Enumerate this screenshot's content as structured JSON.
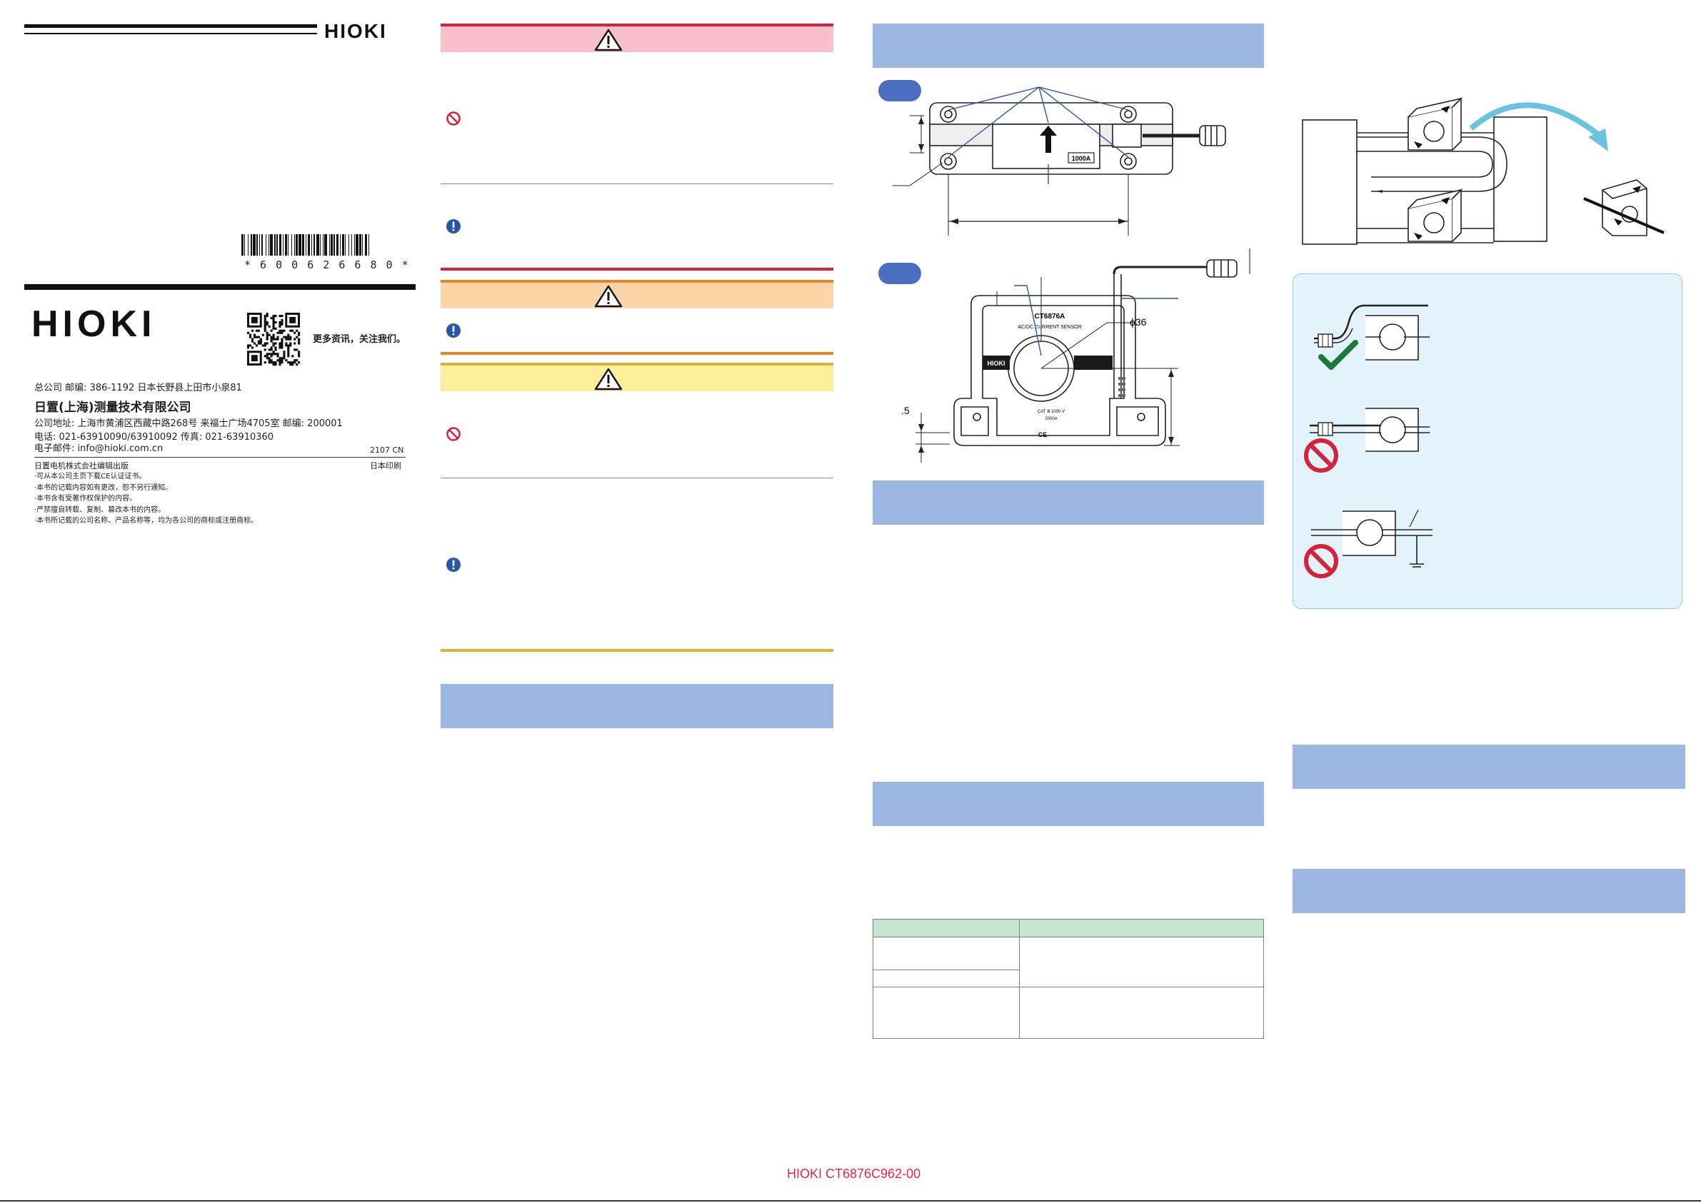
{
  "brand": {
    "logo_small": "HIOKI",
    "logo_large": "HIOKI",
    "accent_blue": "#9bb7e2",
    "danger_pink": "#f9c0cc",
    "warning_orange": "#fbd5a7",
    "caution_yellow": "#fdee9b"
  },
  "barcode": {
    "text": "* 6 0 0 6 2 6 6 8 0 *"
  },
  "qr": {
    "caption": "更多资讯，关注我们。"
  },
  "company": {
    "hq": "总公司  邮编: 386-1192 日本长野县上田市小泉81",
    "name": "日置(上海)测量技术有限公司",
    "address": "公司地址: 上海市黄浦区西藏中路268号 来福士广场4705室  邮编: 200001",
    "phone": "电话: 021-63910090/63910092  传真: 021-63910360",
    "email": "电子邮件: info@hioki.com.cn",
    "edition": "2107 CN",
    "publisher": "日置电机株式会社编辑出版",
    "printed": "日本印刷",
    "notes": [
      "·可从本公司主页下载CE认证证书。",
      "·本书的记载内容如有更改，恕不另行通知。",
      "·本书含有受著作权保护的内容。",
      "·严禁擅自转载、复制、篡改本书的内容。",
      "·本书所记载的公司名称、产品名称等，均为各公司的商标或注册商标。"
    ]
  },
  "drawings": {
    "rating_label": "1000A",
    "diameter": "ϕ36",
    "dim_fragment": ".5",
    "model": "CT6876A",
    "subtitle": "AC/DC CURRENT SENSOR",
    "sensor_brand": "HIOKI",
    "cat_label": "CAT Ⅲ 1000 V",
    "max_current": "2000A",
    "marks": "CE",
    "pill_1": "",
    "pill_2": ""
  },
  "footer": {
    "doc_code": "HIOKI CT6876C962-00"
  }
}
